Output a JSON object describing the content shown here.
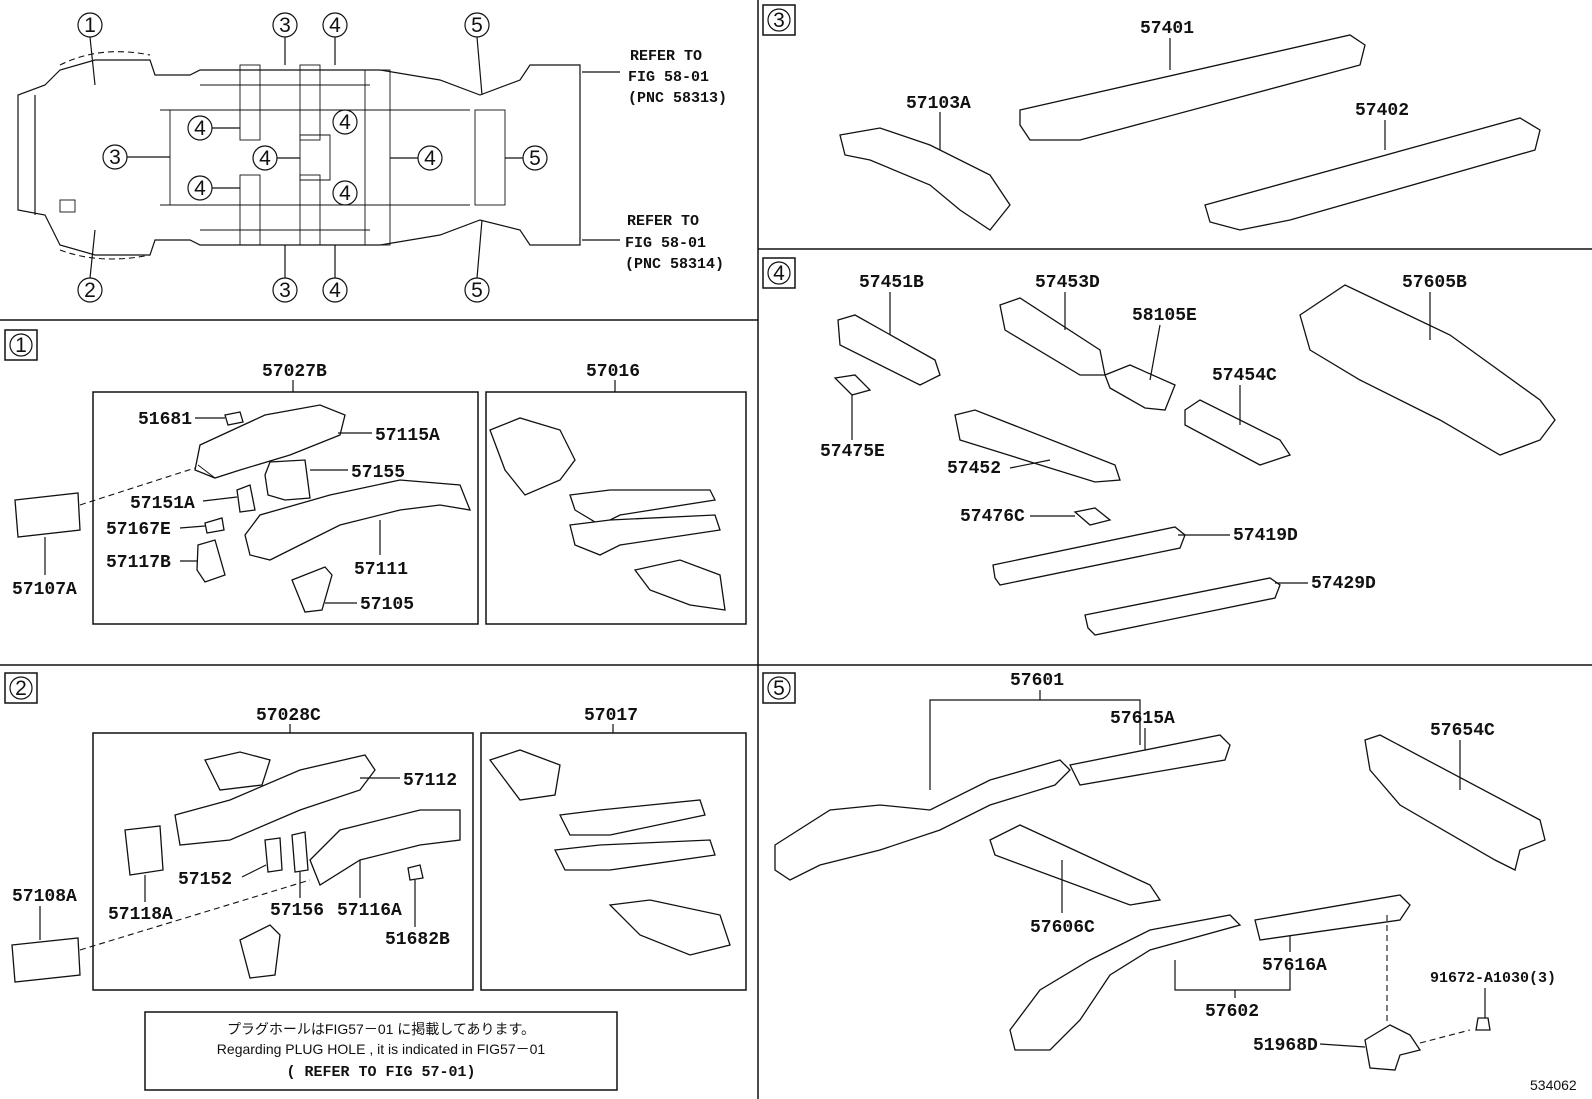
{
  "overview": {
    "section_markers": {
      "top": [
        "1",
        "3",
        "4",
        "5"
      ],
      "bottom": [
        "2",
        "3",
        "4",
        "5"
      ],
      "inner": [
        "3",
        "4",
        "4",
        "4",
        "4",
        "4",
        "4",
        "5"
      ]
    },
    "refer_upper": {
      "line1": "REFER TO",
      "line2": "FIG 58-01",
      "line3": "(PNC 58313)"
    },
    "refer_lower": {
      "line1": "REFER TO",
      "line2": "FIG 58-01",
      "line3": "(PNC 58314)"
    }
  },
  "sections": {
    "s1": {
      "marker": "1",
      "parts": {
        "p57027B": "57027B",
        "p57016": "57016",
        "p51681": "51681",
        "p57115A": "57115A",
        "p57155": "57155",
        "p57151A": "57151A",
        "p57167E": "57167E",
        "p57117B": "57117B",
        "p57111": "57111",
        "p57105": "57105",
        "p57107A": "57107A"
      }
    },
    "s2": {
      "marker": "2",
      "parts": {
        "p57028C": "57028C",
        "p57017": "57017",
        "p57112": "57112",
        "p57152": "57152",
        "p57118A": "57118A",
        "p57156": "57156",
        "p57116A": "57116A",
        "p51682B": "51682B",
        "p57108A": "57108A"
      },
      "note": {
        "line1": "プラグホールはFIG57－01 に掲載してあります。",
        "line2": "Regarding  PLUG HOLE , it is indicated in FIG57－01",
        "line3": "( REFER TO FIG 57-01)"
      }
    },
    "s3": {
      "marker": "3",
      "parts": {
        "p57401": "57401",
        "p57103A": "57103A",
        "p57402": "57402"
      }
    },
    "s4": {
      "marker": "4",
      "parts": {
        "p57451B": "57451B",
        "p57453D": "57453D",
        "p57605B": "57605B",
        "p58105E": "58105E",
        "p57454C": "57454C",
        "p57475E": "57475E",
        "p57452": "57452",
        "p57476C": "57476C",
        "p57419D": "57419D",
        "p57429D": "57429D"
      }
    },
    "s5": {
      "marker": "5",
      "parts": {
        "p57601": "57601",
        "p57615A": "57615A",
        "p57654C": "57654C",
        "p57606C": "57606C",
        "p57616A": "57616A",
        "p57602": "57602",
        "p91672": "91672-A1030(3)",
        "p51968D": "51968D"
      }
    }
  },
  "diagram_id": "534062"
}
